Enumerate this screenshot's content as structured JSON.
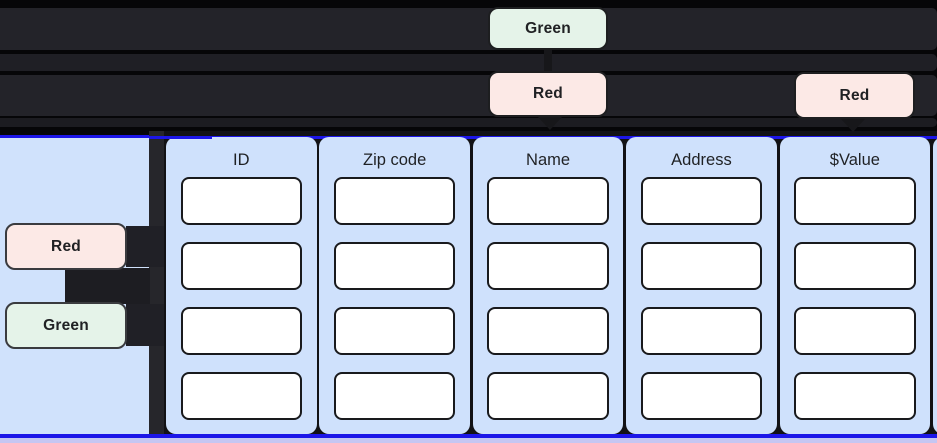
{
  "flow": {
    "green_badge": "Green",
    "red_badge_1": "Red",
    "red_badge_2": "Red"
  },
  "left_panel": {
    "red_badge": "Red",
    "green_badge": "Green"
  },
  "table": {
    "columns": [
      {
        "header": "ID",
        "cells": [
          "",
          "",
          "",
          ""
        ]
      },
      {
        "header": "Zip code",
        "cells": [
          "",
          "",
          "",
          ""
        ]
      },
      {
        "header": "Name",
        "cells": [
          "",
          "",
          "",
          ""
        ]
      },
      {
        "header": "Address",
        "cells": [
          "",
          "",
          "",
          ""
        ]
      },
      {
        "header": "$Value",
        "cells": [
          "",
          "",
          "",
          ""
        ]
      },
      {
        "header": "",
        "cells": [
          "",
          "",
          "",
          ""
        ],
        "clipped": true
      }
    ]
  },
  "colors": {
    "accent_blue": "#1c16e8",
    "lavender_strip": "#c5c6f2",
    "column_fill": "#cfe1fc",
    "panel_fill": "#d0e2fc",
    "badge_red_fill": "#fce9e6",
    "badge_green_fill": "#e5f3e9",
    "band_dark": "#232329",
    "cell_fill": "#ffffff",
    "connector_dark": "#17171a"
  }
}
